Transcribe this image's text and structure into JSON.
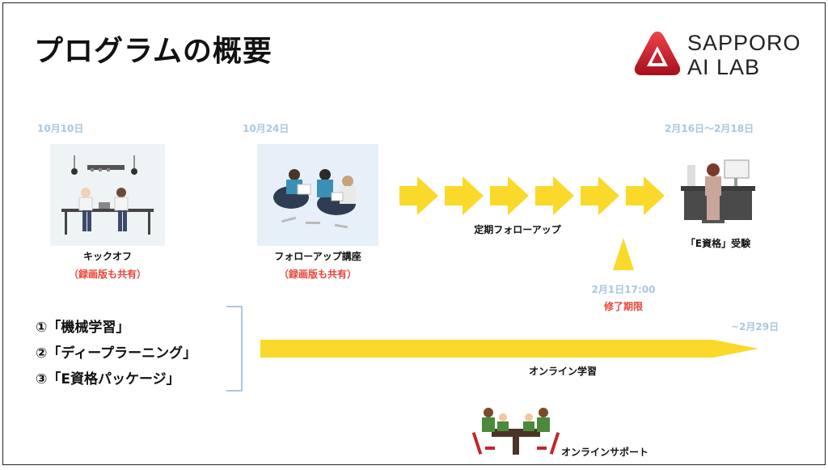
{
  "title": "プログラムの概要",
  "logo": {
    "line1": "SAPPORO",
    "line2": "AI LAB",
    "icon": "red-triangle-logo",
    "color": "#d8212f"
  },
  "dates": {
    "kickoff": "10月10日",
    "followup": "10月24日",
    "exam": "2月16日〜2月18日",
    "deadline": "2月1日17:00",
    "online_end": "~2月29日"
  },
  "labels": {
    "kickoff": "キックオフ",
    "kickoff_note": "（録画版も共有）",
    "followup": "フォローアップ講座",
    "followup_note": "（録画版も共有）",
    "periodic": "定期フォローアップ",
    "exam": "「E資格」受験",
    "deadline_note": "修了期限",
    "online_learning": "オンライン学習",
    "online_support": "オンラインサポート"
  },
  "courses": [
    "①「機械学習」",
    "②「ディープラーニング」",
    "③「E資格パッケージ」"
  ],
  "colors": {
    "accent_yellow": "#fbd92a",
    "date_blue": "#a9c8de",
    "note_red": "#e8463c"
  }
}
